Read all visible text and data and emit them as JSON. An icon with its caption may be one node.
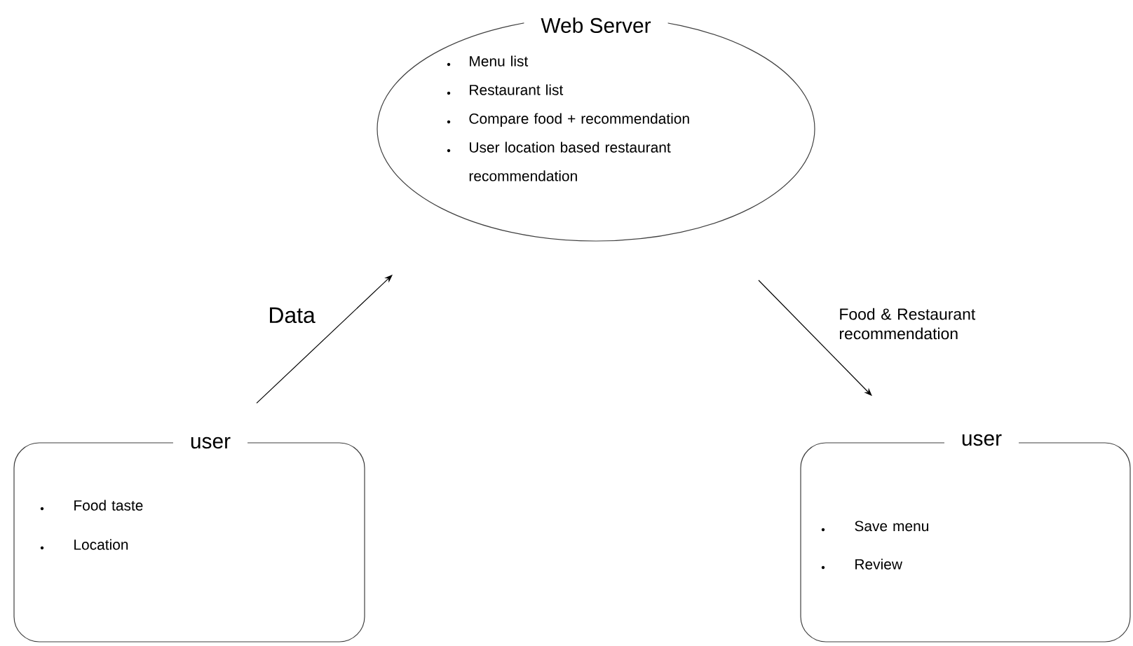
{
  "diagram": {
    "nodes": [
      {
        "text": [
          "Web Server",
          "Menu list",
          "Restaurant list",
          "Compare food + recommendation",
          "User location based restaurant recommendation"
        ]
      },
      {
        "text": [
          "user",
          "Food taste",
          "Location"
        ]
      },
      {
        "text": [
          "user",
          "Save menu",
          "Review"
        ]
      }
    ],
    "edges": [
      {
        "from": 1,
        "to": 0,
        "arrow": "to",
        "label": "Data"
      },
      {
        "from": 0,
        "to": 2,
        "arrow": "to",
        "label": "Food & Restaurant recommendation"
      }
    ]
  }
}
